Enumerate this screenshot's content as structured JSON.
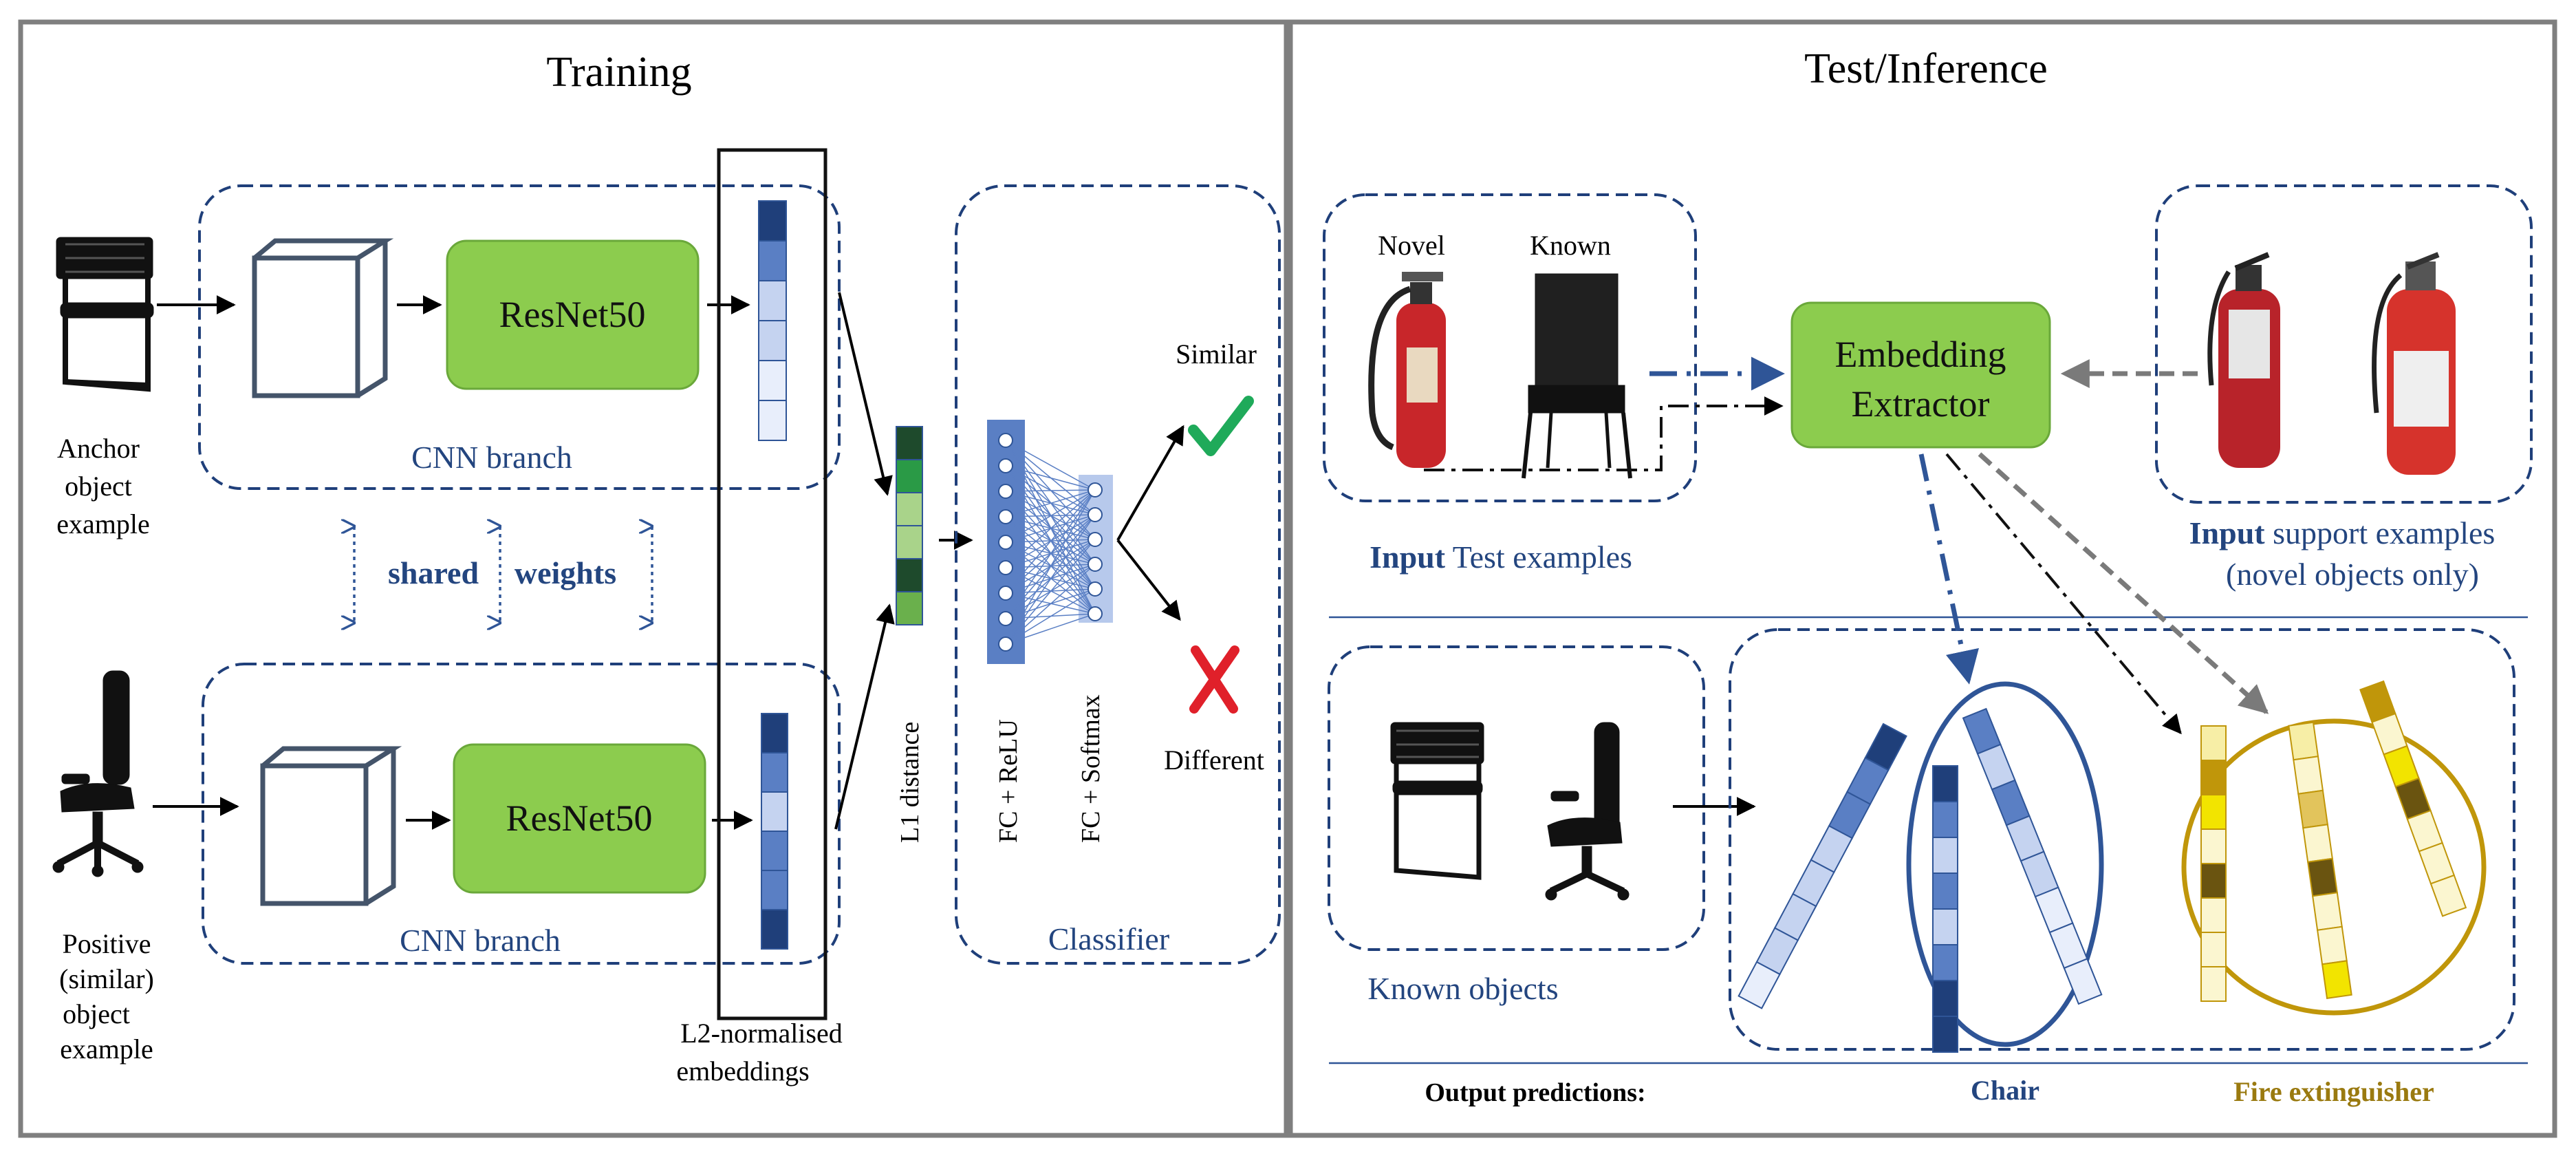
{
  "colors": {
    "dash_blue": "#1f3f7a",
    "label_blue": "#23457f",
    "resnet_green": "#8ccc4e",
    "embed_dark": "#1f3f7a",
    "embed_mid": "#5a7fc4",
    "embed_light": "#c5d3f0",
    "gold": "#c0960a",
    "yellow": "#f2e400",
    "check_green": "#1faa5a",
    "cross_red": "#e0202a",
    "gray_arrow": "#7a7a7a"
  },
  "training": {
    "title": "Training",
    "anchor_label": [
      "Anchor",
      "object",
      "example"
    ],
    "positive_label": [
      "Positive",
      "(similar)",
      "object",
      "example"
    ],
    "resnet_top": "ResNet50",
    "resnet_bottom": "ResNet50",
    "branch_top": "CNN branch",
    "branch_bottom": "CNN branch",
    "shared_1": "shared",
    "shared_2": "weights",
    "embeddings_label": [
      "L2-normalised",
      "embeddings"
    ],
    "l1_label": "L1 distance",
    "fc_relu": "FC + ReLU",
    "fc_softmax": "FC + Softmax",
    "similar": "Similar",
    "different": "Different",
    "classifier": "Classifier"
  },
  "test": {
    "title": "Test/Inference",
    "novel": "Novel",
    "known": "Known",
    "input_bold": "Input",
    "input_rest": " Test examples",
    "extractor_1": "Embedding",
    "extractor_2": "Extractor",
    "support_bold": "Input",
    "support_rest": " support examples",
    "support_line2": "(novel objects only)",
    "known_objects": "Known objects",
    "output_predictions": "Output predictions:",
    "chair": "Chair",
    "fire_extinguisher": "Fire extinguisher"
  }
}
